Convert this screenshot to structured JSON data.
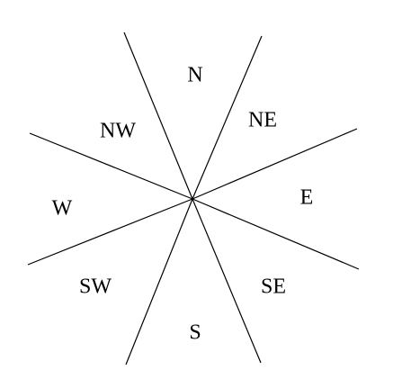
{
  "compass": {
    "directions": [
      "N",
      "NE",
      "E",
      "SE",
      "S",
      "SW",
      "W",
      "NW"
    ]
  },
  "colors": {
    "line": "#000000",
    "text": "#000000",
    "background": "#ffffff"
  }
}
